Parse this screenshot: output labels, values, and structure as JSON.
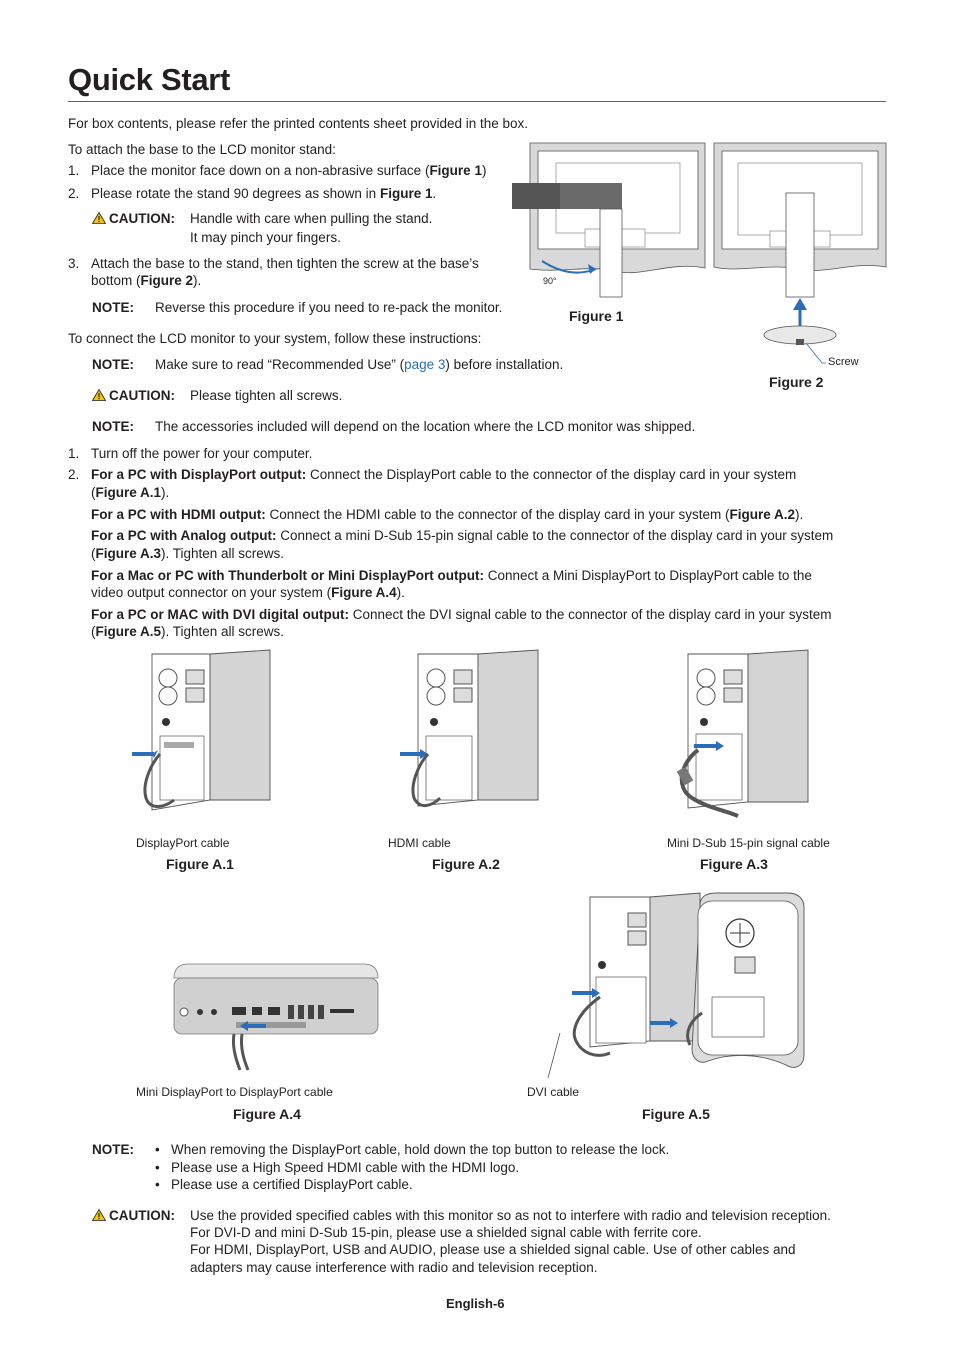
{
  "title": "Quick Start",
  "intro": "For box contents, please refer the printed contents sheet provided in the box.",
  "stand": {
    "lead": "To attach the base to the LCD monitor stand:",
    "step1": {
      "num": "1.",
      "pre": "Place the monitor face down on a non-abrasive surface (",
      "ref": "Figure 1",
      "post": ")"
    },
    "step2": {
      "num": "2.",
      "pre": "Please rotate the stand 90 degrees as shown in ",
      "ref": "Figure 1",
      "post": "."
    },
    "caution1": {
      "label": "CAUTION:",
      "line1": "Handle with care when pulling the stand.",
      "line2": "It may pinch your fingers."
    },
    "step3": {
      "num": "3.",
      "line1": "Attach the base to the stand, then tighten the screw at the base’s",
      "line2pre": "bottom (",
      "ref": "Figure 2",
      "line2post": ")."
    },
    "note1": {
      "label": "NOTE:",
      "text": "Reverse this procedure if you need to re-pack the monitor."
    }
  },
  "connect": {
    "lead": "To connect the LCD monitor to your system, follow these instructions:",
    "note2": {
      "label": "NOTE:",
      "pre": "Make sure to read “Recommended Use” (",
      "link": "page 3",
      "post": ") before installation."
    },
    "caution2": {
      "label": "CAUTION:",
      "text": "Please tighten all screws."
    },
    "note3": {
      "label": "NOTE:",
      "text": "The accessories included will depend on the location where the LCD monitor was shipped."
    },
    "step1": {
      "num": "1.",
      "text": "Turn off the power for your computer."
    },
    "step2num": "2.",
    "dp": {
      "bold": "For a PC with DisplayPort output:",
      "text": " Connect the DisplayPort cable to the connector of the display card in your system",
      "l2pre": "(",
      "ref": "Figure A.1",
      "l2post": ")."
    },
    "hdmi": {
      "bold": "For a PC with HDMI output:",
      "text": " Connect the HDMI cable to the connector of the display card in your system (",
      "ref": "Figure A.2",
      "post": ")."
    },
    "analog": {
      "bold": "For a PC with Analog output:",
      "text": " Connect a mini D-Sub 15-pin signal cable to the connector of the display card in your system",
      "l2pre": "(",
      "ref": "Figure A.3",
      "l2post": "). Tighten all screws."
    },
    "mac": {
      "bold": "For a Mac or PC with Thunderbolt or Mini DisplayPort output:",
      "text": " Connect a Mini DisplayPort to DisplayPort cable to the",
      "l2pre": "video output connector on your system (",
      "ref": "Figure A.4",
      "l2post": ")."
    },
    "dvi": {
      "bold": "For a PC or MAC with DVI digital output:",
      "text": " Connect the DVI signal cable to the connector of the display card in your system",
      "l2pre": "(",
      "ref": "Figure A.5",
      "l2post": "). Tighten all screws."
    }
  },
  "figures": {
    "fig1": {
      "label": "Figure 1",
      "angle": "90°"
    },
    "fig2": {
      "label": "Figure 2",
      "screw": "Screw"
    },
    "a1": {
      "label": "Figure A.1",
      "cable": "DisplayPort cable"
    },
    "a2": {
      "label": "Figure A.2",
      "cable": "HDMI cable"
    },
    "a3": {
      "label": "Figure A.3",
      "cable": "Mini D-Sub 15-pin signal cable"
    },
    "a4": {
      "label": "Figure A.4",
      "cable": "Mini DisplayPort to DisplayPort cable"
    },
    "a5": {
      "label": "Figure A.5",
      "cable": "DVI cable"
    }
  },
  "bottom_note": {
    "label": "NOTE:",
    "bullets": [
      "When removing the DisplayPort cable, hold down the top button to release the lock.",
      "Please use a High Speed HDMI cable with the HDMI logo.",
      "Please use a certified DisplayPort cable."
    ]
  },
  "bottom_caution": {
    "label": "CAUTION:",
    "lines": [
      "Use the provided specified cables with this monitor so as not to interfere with radio and television reception.",
      "For DVI-D and mini D-Sub 15-pin, please use a shielded signal cable with ferrite core.",
      "For HDMI, DisplayPort, USB and AUDIO, please use a shielded signal cable. Use of other cables and",
      "adapters may cause interference with radio and television reception."
    ]
  },
  "footer": "English-6",
  "colors": {
    "accent": "#2a6ebb",
    "arrow": "#2a6ebb",
    "caution_yellow": "#f2c500"
  }
}
